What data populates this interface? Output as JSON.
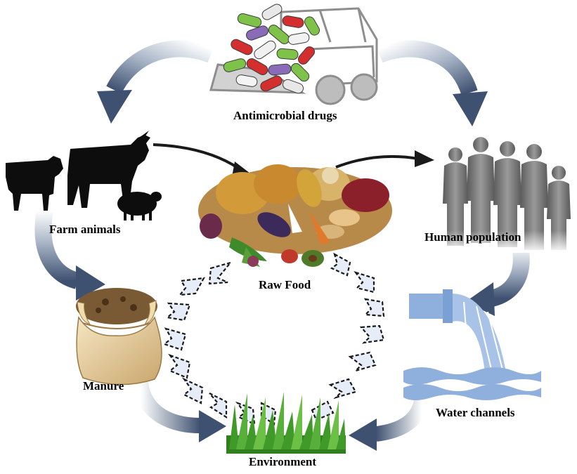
{
  "nodes": {
    "drugs": "Antimicrobial drugs",
    "animals": "Farm animals",
    "food": "Raw Food",
    "humans": "Human population",
    "manure": "Manure",
    "water": "Water channels",
    "environment": "Environment"
  },
  "colors": {
    "arrow_dark": "#3e5170",
    "arrow_light": "#e9eef5",
    "chevron_fill": "#e6edf8",
    "chevron_stroke": "#1a1a1a",
    "water": "#8fb0dd",
    "grass": "#3f9a2a",
    "silhouette": "#0d0d0d",
    "person": "#7d7d7d"
  },
  "icons": [
    "pills-icon",
    "bulldozer-icon",
    "cow-icon",
    "ox-icon",
    "sheep-icon",
    "vegetables-icon",
    "people-icon",
    "manure-sack-icon",
    "water-pipe-icon",
    "grass-icon"
  ]
}
